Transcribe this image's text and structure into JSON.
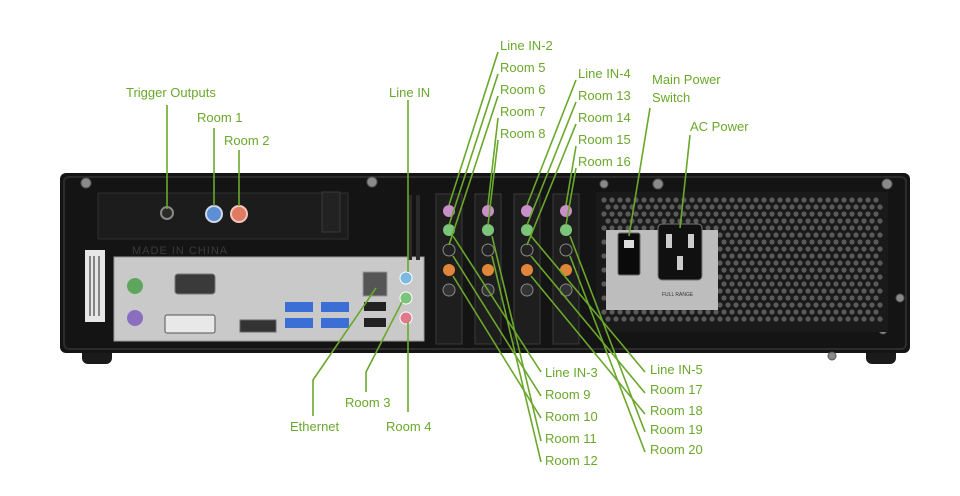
{
  "labels": {
    "trigger_outputs": "Trigger Outputs",
    "room_1": "Room 1",
    "room_2": "Room 2",
    "line_in": "Line IN",
    "line_in_2": "Line IN-2",
    "room_5": "Room 5",
    "room_6": "Room 6",
    "room_7": "Room 7",
    "room_8": "Room 8",
    "line_in_4": "Line IN-4",
    "room_13": "Room 13",
    "room_14": "Room 14",
    "room_15": "Room 15",
    "room_16": "Room 16",
    "main_power_switch_1": "Main Power",
    "main_power_switch_2": "Switch",
    "ac_power": "AC Power",
    "ethernet": "Ethernet",
    "room_3": "Room 3",
    "room_4": "Room 4",
    "line_in_3": "Line IN-3",
    "room_9": "Room 9",
    "room_10": "Room 10",
    "room_11": "Room 11",
    "room_12": "Room 12",
    "line_in_5": "Line IN-5",
    "room_17": "Room 17",
    "room_18": "Room 18",
    "room_19": "Room 19",
    "room_20": "Room 20"
  },
  "chassis": {
    "stamp": "MADE IN CHINA",
    "psu_text": "FULL RANGE"
  },
  "colors": {
    "label_green": "#6aa82b",
    "chassis": "#141414",
    "jack_blue": "#5b8fd6",
    "jack_pink": "#e07a8a",
    "jack_green": "#7cc47a",
    "jack_orange": "#e0863a",
    "jack_light_blue": "#7db8e0"
  }
}
